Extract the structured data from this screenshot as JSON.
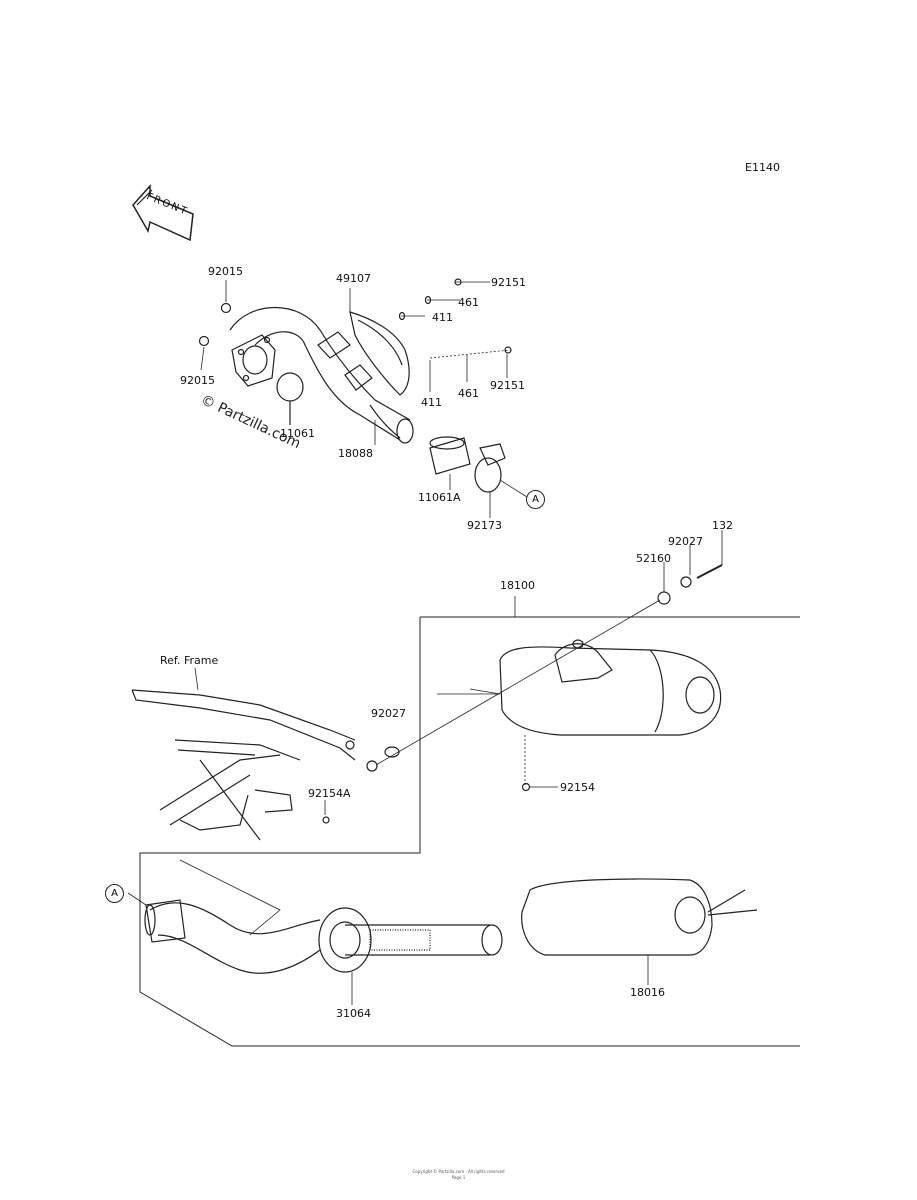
{
  "diagram_code": "E1140",
  "front_label": "FRONT",
  "watermark": "© Partzilla.com",
  "callouts": {
    "a_top": "A",
    "a_bottom": "A"
  },
  "parts": {
    "p92015a": "92015",
    "p92015b": "92015",
    "p49107": "49107",
    "p92151a": "92151",
    "p461a": "461",
    "p411a": "411",
    "p411b": "411",
    "p461b": "461",
    "p92151b": "92151",
    "p11061": "11061",
    "p18088": "18088",
    "p11061a": "11061A",
    "p92173": "92173",
    "p132": "132",
    "p92027a": "92027",
    "p52160": "52160",
    "p18100": "18100",
    "p92027b": "92027",
    "p92154": "92154",
    "p92154a": "92154A",
    "p31064": "31064",
    "p18016": "18016",
    "ref_frame": "Ref. Frame"
  },
  "footer": {
    "line1": "Copyright © Partzilla.com · All rights reserved",
    "line2": "Page 1"
  }
}
